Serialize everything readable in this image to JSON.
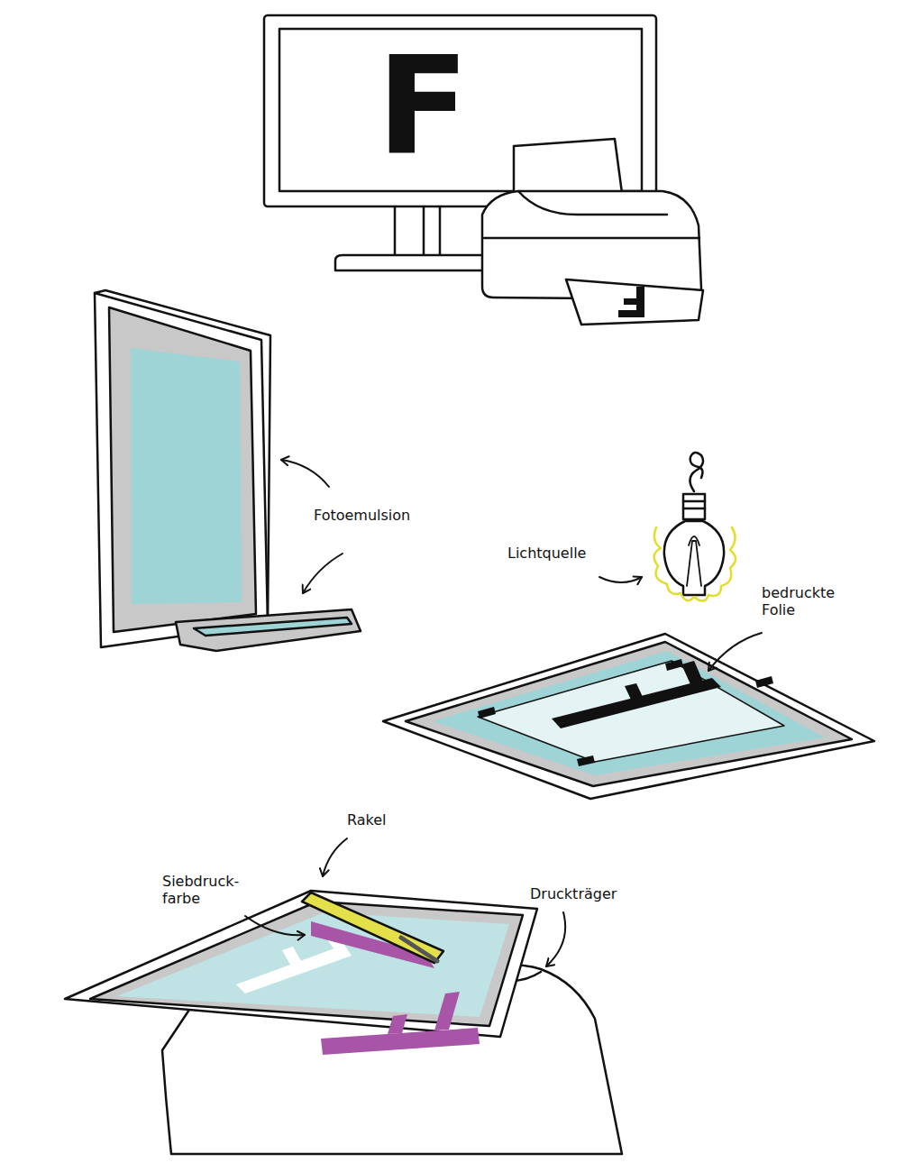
{
  "diagram": {
    "labels": [
      "F",
      "Fotoemulsion",
      "Lichtquelle",
      "bedruckte Folie",
      "Rakel",
      "Siebdruck- farbe",
      "Druckträger"
    ]
  }
}
